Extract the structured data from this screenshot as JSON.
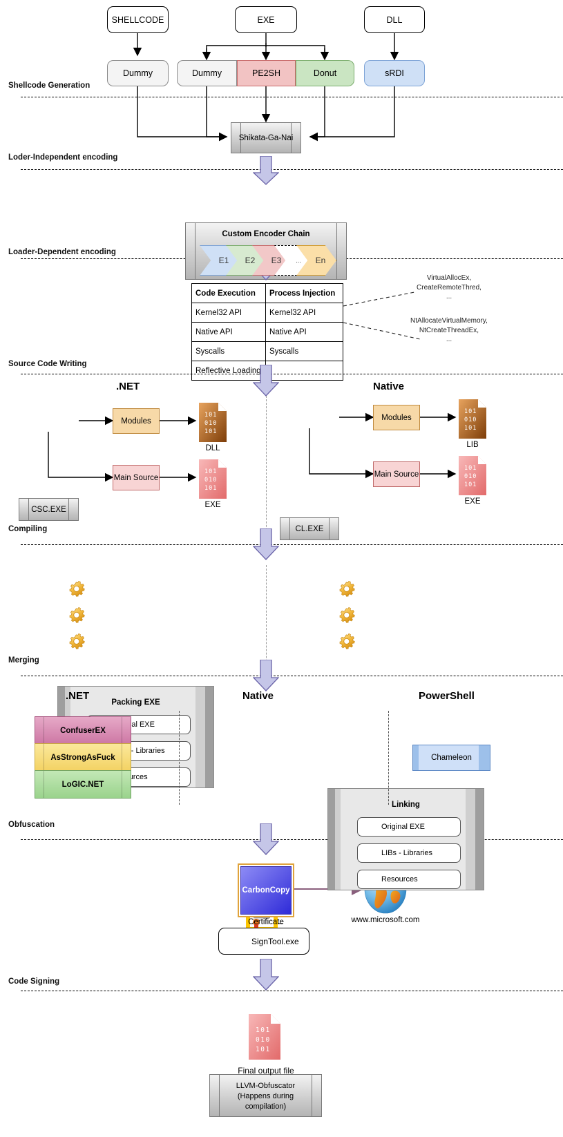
{
  "stages": [
    {
      "id": "shellcode-generation",
      "label": "Shellcode Generation"
    },
    {
      "id": "loader-independent-encoding",
      "label": "Loder-Independent encoding"
    },
    {
      "id": "loader-dependent-encoding",
      "label": "Loader-Dependent encoding"
    },
    {
      "id": "source-code-writing",
      "label": "Source Code Writing"
    },
    {
      "id": "compiling",
      "label": "Compiling"
    },
    {
      "id": "merging",
      "label": "Merging"
    },
    {
      "id": "obfuscation",
      "label": "Obfuscation"
    },
    {
      "id": "code-signing",
      "label": "Code Signing"
    }
  ],
  "inputs": [
    {
      "label": "SHELLCODE"
    },
    {
      "label": "EXE"
    },
    {
      "label": "DLL"
    }
  ],
  "generators": [
    {
      "label": "Dummy",
      "color": "#f4f4f4"
    },
    {
      "label": "Dummy",
      "color": "#f4f4f4"
    },
    {
      "label": "PE2SH",
      "color": "#f2c3c3"
    },
    {
      "label": "Donut",
      "color": "#cae5c2"
    },
    {
      "label": "sRDI",
      "color": "#cfe0f6"
    }
  ],
  "encoder_independent": {
    "label": "Shikata-Ga-Nai"
  },
  "encoder_chain": {
    "title": "Custom Encoder Chain",
    "steps": [
      {
        "label": "E1",
        "color": "#cfe0f6",
        "border": "#7da3d6",
        "dashed": false
      },
      {
        "label": "E2",
        "color": "#d7ead0",
        "border": "#7bad6d",
        "dashed": false
      },
      {
        "label": "E3",
        "color": "#f2c8c8",
        "border": "#c76a6a",
        "dashed": false
      },
      {
        "label": "...",
        "color": "#ffffff",
        "border": "#000000",
        "dashed": true
      },
      {
        "label": "En",
        "color": "#fbdfa8",
        "border": "#d19b2e",
        "dashed": false
      }
    ]
  },
  "api_table": {
    "headers": [
      "Code Execution",
      "Process Injection"
    ],
    "rows": [
      [
        "Kernel32 API",
        "Kernel32 API"
      ],
      [
        "Native API",
        "Native API"
      ],
      [
        "Syscalls",
        "Syscalls"
      ],
      [
        "Reflective Loading",
        "-"
      ]
    ]
  },
  "api_annotations": [
    {
      "lines": [
        "VirtualAllocEx,",
        "CreateRemoteThred,",
        "..."
      ]
    },
    {
      "lines": [
        "NtAllocateVirtualMemory,",
        "NtCreateThreadEx,",
        "..."
      ]
    }
  ],
  "compiling": {
    "lanes": [
      {
        "title": ".NET",
        "compiler": "CSC.EXE",
        "rows": [
          {
            "box": "Modules",
            "kind": "module",
            "file": "DLL",
            "file_lines": [
              "101",
              "010",
              "101"
            ],
            "file_color": "brown"
          },
          {
            "box": "Main Source",
            "kind": "source",
            "file": "EXE",
            "file_lines": [
              "101",
              "010",
              "101"
            ],
            "file_color": "red"
          }
        ]
      },
      {
        "title": "Native",
        "compiler": "CL.EXE",
        "rows": [
          {
            "box": "Modules",
            "kind": "module",
            "file": "LIB",
            "file_lines": [
              "101",
              "010",
              "101"
            ],
            "file_color": "brown"
          },
          {
            "box": "Main Source",
            "kind": "source",
            "file": "EXE",
            "file_lines": [
              "101",
              "010",
              "101"
            ],
            "file_color": "red"
          }
        ]
      }
    ]
  },
  "merging": {
    "panels": [
      {
        "title": "Packing EXE",
        "items": [
          "Original EXE",
          "DLLs - Libraries",
          "Resources"
        ]
      },
      {
        "title": "Linking",
        "items": [
          "Original EXE",
          "LIBs - Libraries",
          "Resources"
        ]
      }
    ]
  },
  "obfuscation": {
    "lanes": [
      ".NET",
      "Native",
      "PowerShell"
    ],
    "dotnet_tools": [
      {
        "label": "ConfuserEX",
        "color": "#d585ad",
        "border": "#a5507c"
      },
      {
        "label": "AsStrongAsFuck",
        "color": "#f7dd7e",
        "border": "#c9a93a"
      },
      {
        "label": "LoGIC.NET",
        "color": "#a6dd9b",
        "border": "#6fa363"
      }
    ],
    "native_tool": {
      "lines": [
        "LLVM-Obfuscator",
        "(Happens during",
        "compilation)"
      ]
    },
    "powershell_tool": {
      "label": "Chameleon"
    }
  },
  "code_signing": {
    "carboncopy": "CarbonCopy",
    "website": "www.microsoft.com",
    "certificate": "Certificate",
    "signtool": "SignTool.exe"
  },
  "output": {
    "file_lines": [
      "101",
      "010",
      "101"
    ],
    "label": "Final output file"
  },
  "colors": {
    "arrow_purple_fill": "#c5c6e8",
    "arrow_purple_stroke": "#6a63a8",
    "gear_gold": "#f0b93c",
    "link_purple": "#8a5f7d"
  }
}
